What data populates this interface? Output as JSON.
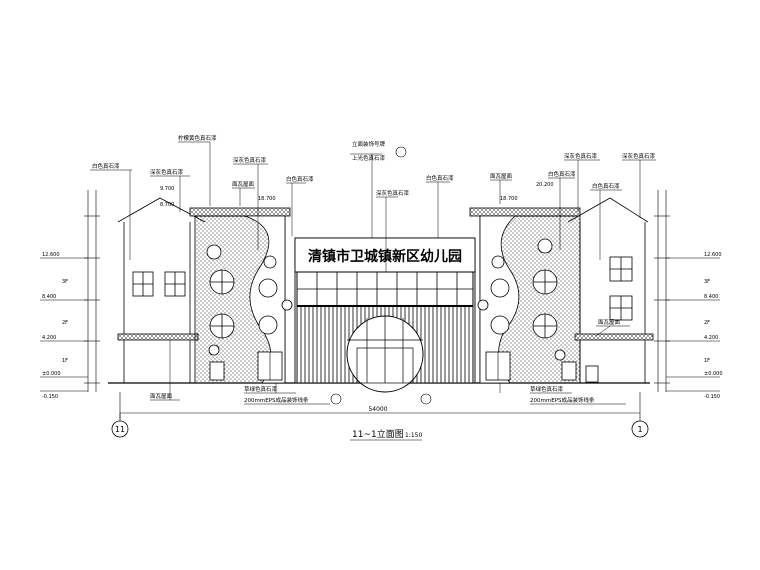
{
  "sign": {
    "title": "清镇市卫城镇新区幼儿园"
  },
  "drawing_title": {
    "text": "11~1立面图",
    "scale": "1:150"
  },
  "axes": {
    "left": "11",
    "right": "1"
  },
  "overall_dimension": "54000",
  "callouts": {
    "top_left_1": "柠檬黄色真石漆",
    "top_left_2": "白色真石漆",
    "top_left_3": "深灰色真石漆",
    "top_left_4": "深灰色真石漆",
    "top_left_5": "面瓦屋面",
    "top_left_6": "白色真石漆",
    "center_1": "立面装饰号牌",
    "center_2": "上光色真石漆",
    "center_3": "深灰色真石漆",
    "center_4": "白色真石漆",
    "top_right_1": "深灰色真石漆",
    "top_right_2": "深灰色真石漆",
    "top_right_3": "白色真石漆",
    "top_right_4": "白色真石漆",
    "top_right_5": "面瓦屋面",
    "right_mid": "面瓦屋面",
    "bottom_left_1": "面瓦屋面",
    "bottom_left_2": "草绿色真石漆",
    "bottom_left_3": "200mmEPS成品装饰线条",
    "bottom_right_1": "草绿色真石漆",
    "bottom_right_2": "200mmEPS成品装饰线条"
  },
  "levels_left": {
    "roof_top": "9.700",
    "roof": "8.700",
    "l3": "12.600",
    "l2": "8.400",
    "l1": "4.200",
    "ground": "±0.000",
    "outdoor": "-0.150",
    "roof_mid": "18.700"
  },
  "levels_right": {
    "l3": "12.600",
    "l2": "8.400",
    "l1": "4.200",
    "ground": "±0.000",
    "outdoor": "-0.150",
    "roof_top": "20.200",
    "roof": "18.700"
  },
  "floor_labels": {
    "f3": "3F",
    "f2": "2F",
    "f1": "1F"
  }
}
